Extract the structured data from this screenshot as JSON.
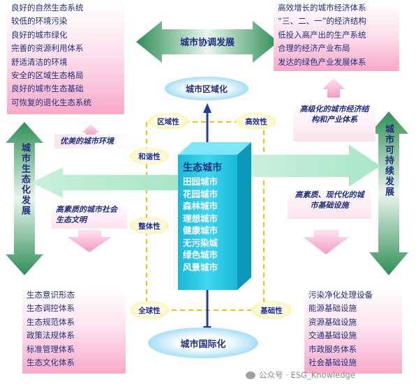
{
  "top_left_list": [
    "良好的自然生态系统",
    "较低的环境污染",
    "良好的城市绿化",
    "完善的资源利用体系",
    "舒适清洁的环境",
    "安全的区域生态格局",
    "良好的城市生态基础",
    "可恢复的退化生态系统"
  ],
  "top_right_list": [
    "高效增长的城市经济体系",
    "“三、二、一”的经济结构",
    "低投入高产出的生产系统",
    "合理的经济产业布局",
    "发达的绿色产业发展体系"
  ],
  "bottom_left_list": [
    "生态意识形态",
    "生态调控体系",
    "生态规范体系",
    "政策法规体系",
    "标准管理体系",
    "生态文化体系"
  ],
  "bottom_right_list": [
    "污染净化处理设备",
    "能源基础设施",
    "资源基础设施",
    "交通基础设施",
    "市政服务体系",
    "社会基础设施"
  ],
  "arrows": {
    "coordination": "城市协调发展",
    "ecological": "城市生态化发展",
    "sustainable": "城市可持续发展"
  },
  "ellipses": {
    "regionalization": "城市区域化",
    "internationalization": "城市国际化"
  },
  "properties": {
    "regional": "区域性",
    "efficiency": "高效性",
    "harmony": "和谐性",
    "integrity": "整体性",
    "global": "全球性",
    "basic": "基础性"
  },
  "side_notes": {
    "environment": "优美的城市环境",
    "economy": "高级化的城市经济结构和产业体系",
    "civilization": "高素质的城市社会生态文明",
    "infrastructure": "高素质、现代化的城市基础设施"
  },
  "cube": {
    "title": "生态城市",
    "items": [
      "田园城市",
      "花园城市",
      "森林城市",
      "理想城市",
      "健康城市",
      "无污染城",
      "绿色城市",
      "风景城市"
    ]
  },
  "watermark": "公众号 · ESG_Knowledge",
  "colors": {
    "text_navy": "#1f2f80",
    "green_arrow": "#3f9a63",
    "cube_cyan": "#1fc7e3",
    "pink": "#f7a9c9",
    "yellow": "#f5dc55",
    "sky": "#6fd0f0"
  }
}
